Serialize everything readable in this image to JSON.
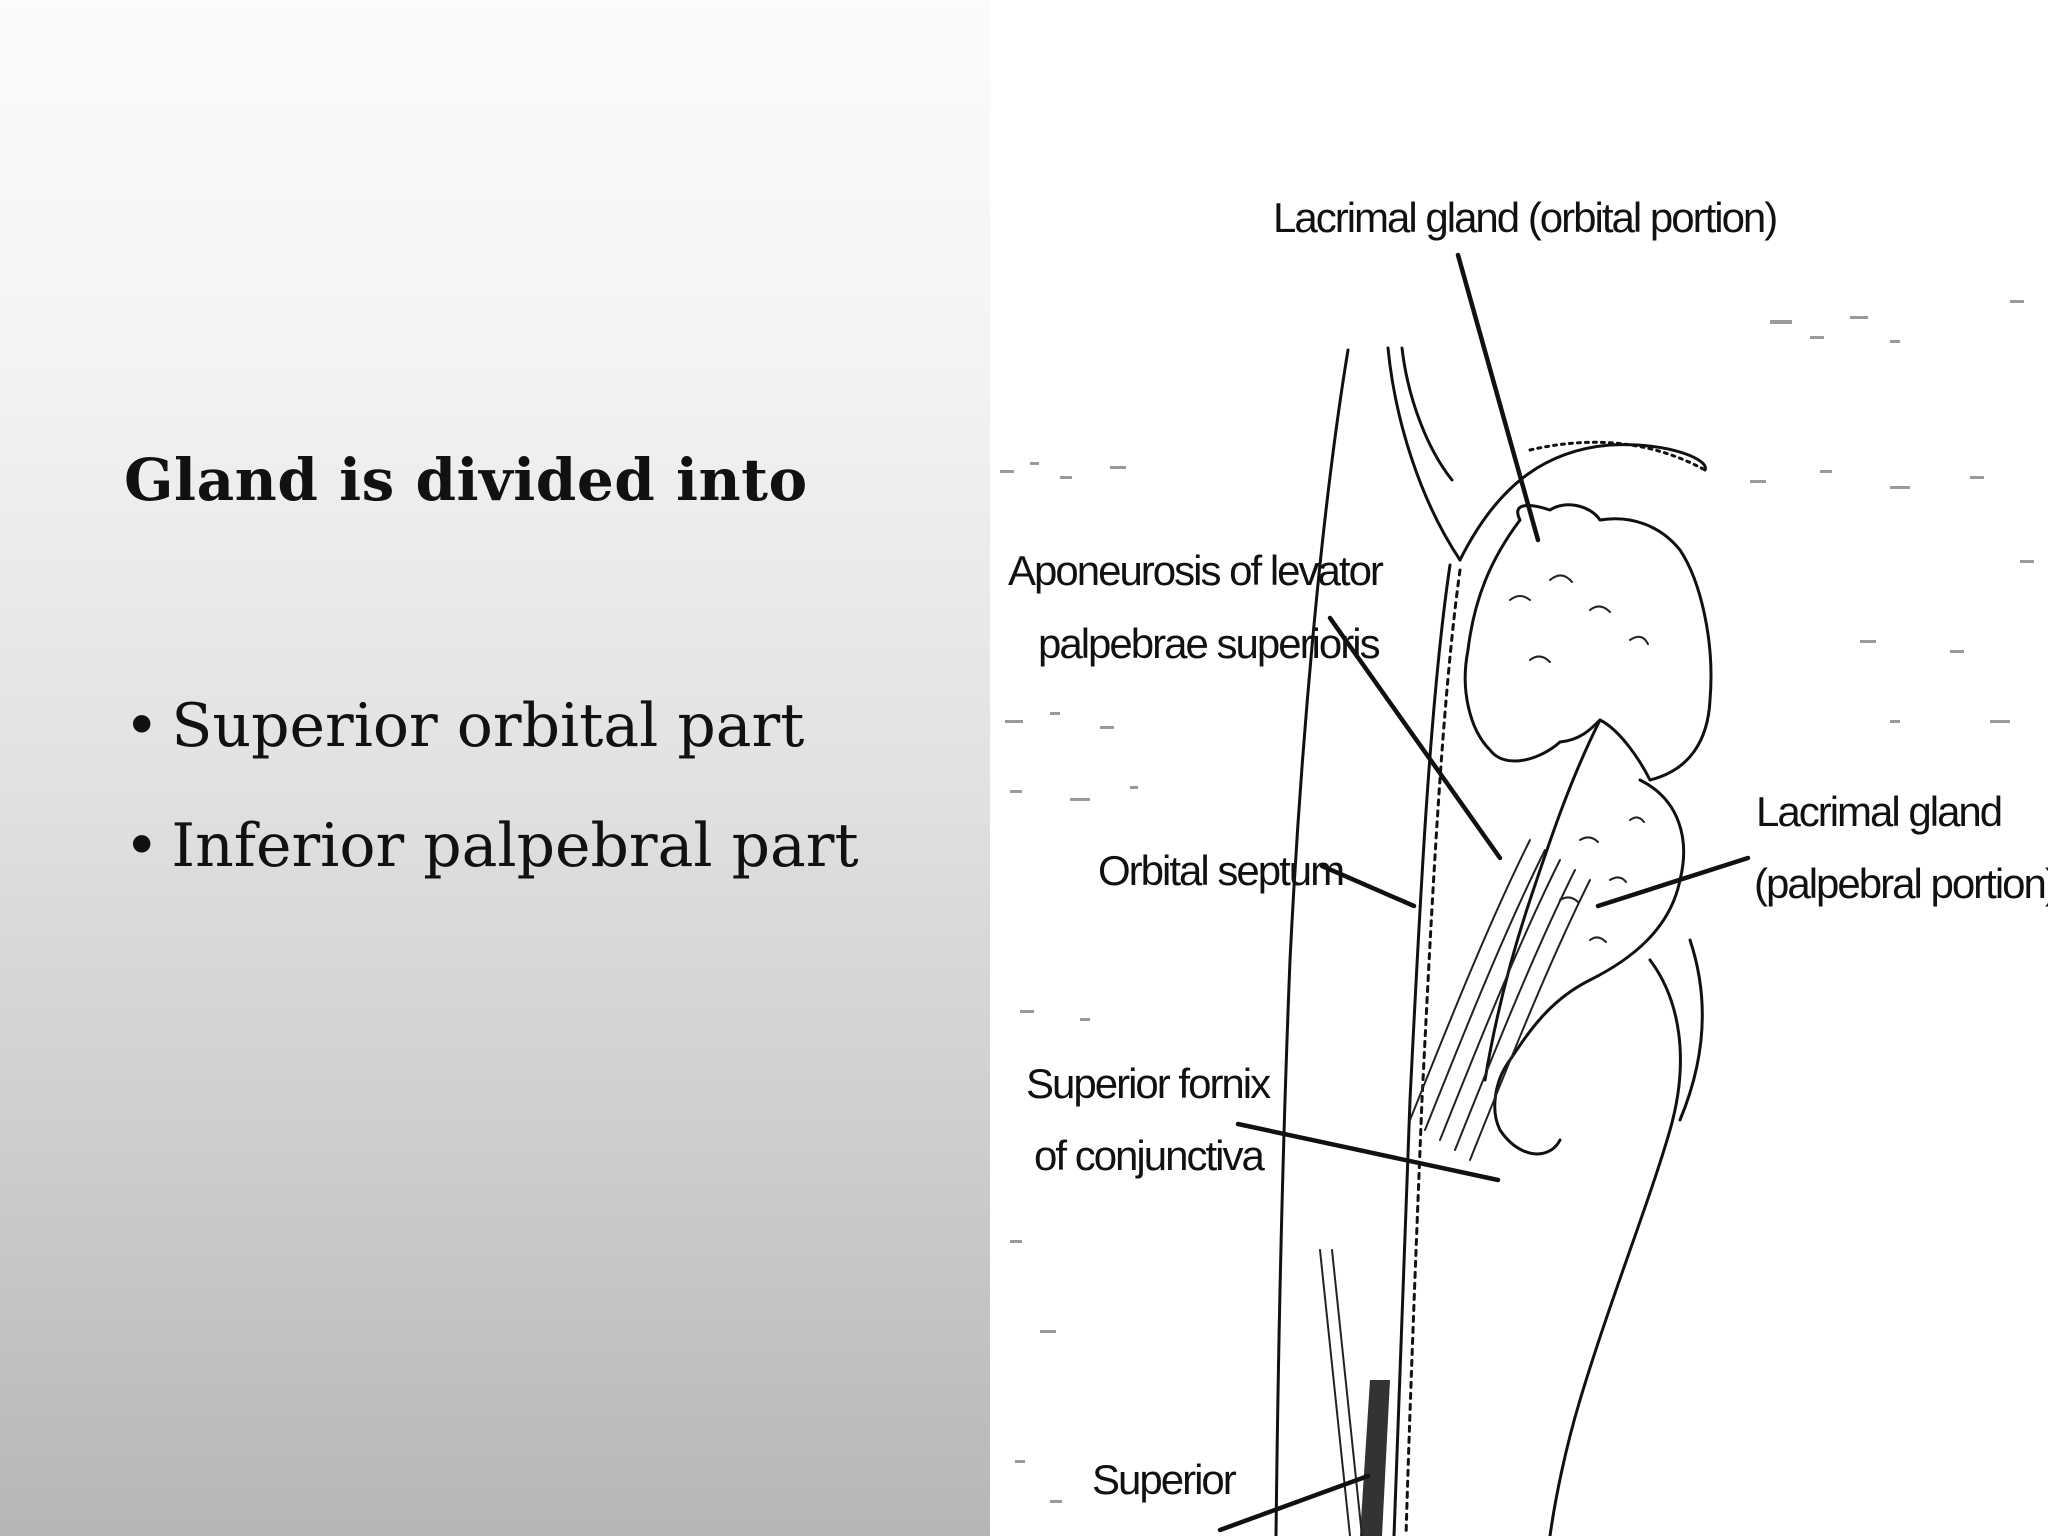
{
  "slide": {
    "heading": "Gland is divided into",
    "bullets": [
      {
        "marker": "•",
        "text": "Superior orbital part"
      },
      {
        "marker": "•",
        "text": "Inferior palpebral part"
      }
    ]
  },
  "figure": {
    "labels": {
      "orbital_portion": "Lacrimal gland (orbital portion)",
      "aponeurosis_line1": "Aponeurosis of levator",
      "aponeurosis_line2": "palpebrae superioris",
      "palpebral_line1": "Lacrimal gland",
      "palpebral_line2": "(palpebral portion)",
      "septum": "Orbital septum",
      "fornix_line1": "Superior fornix",
      "fornix_line2": "of conjunctiva",
      "superior": "Superior"
    }
  }
}
